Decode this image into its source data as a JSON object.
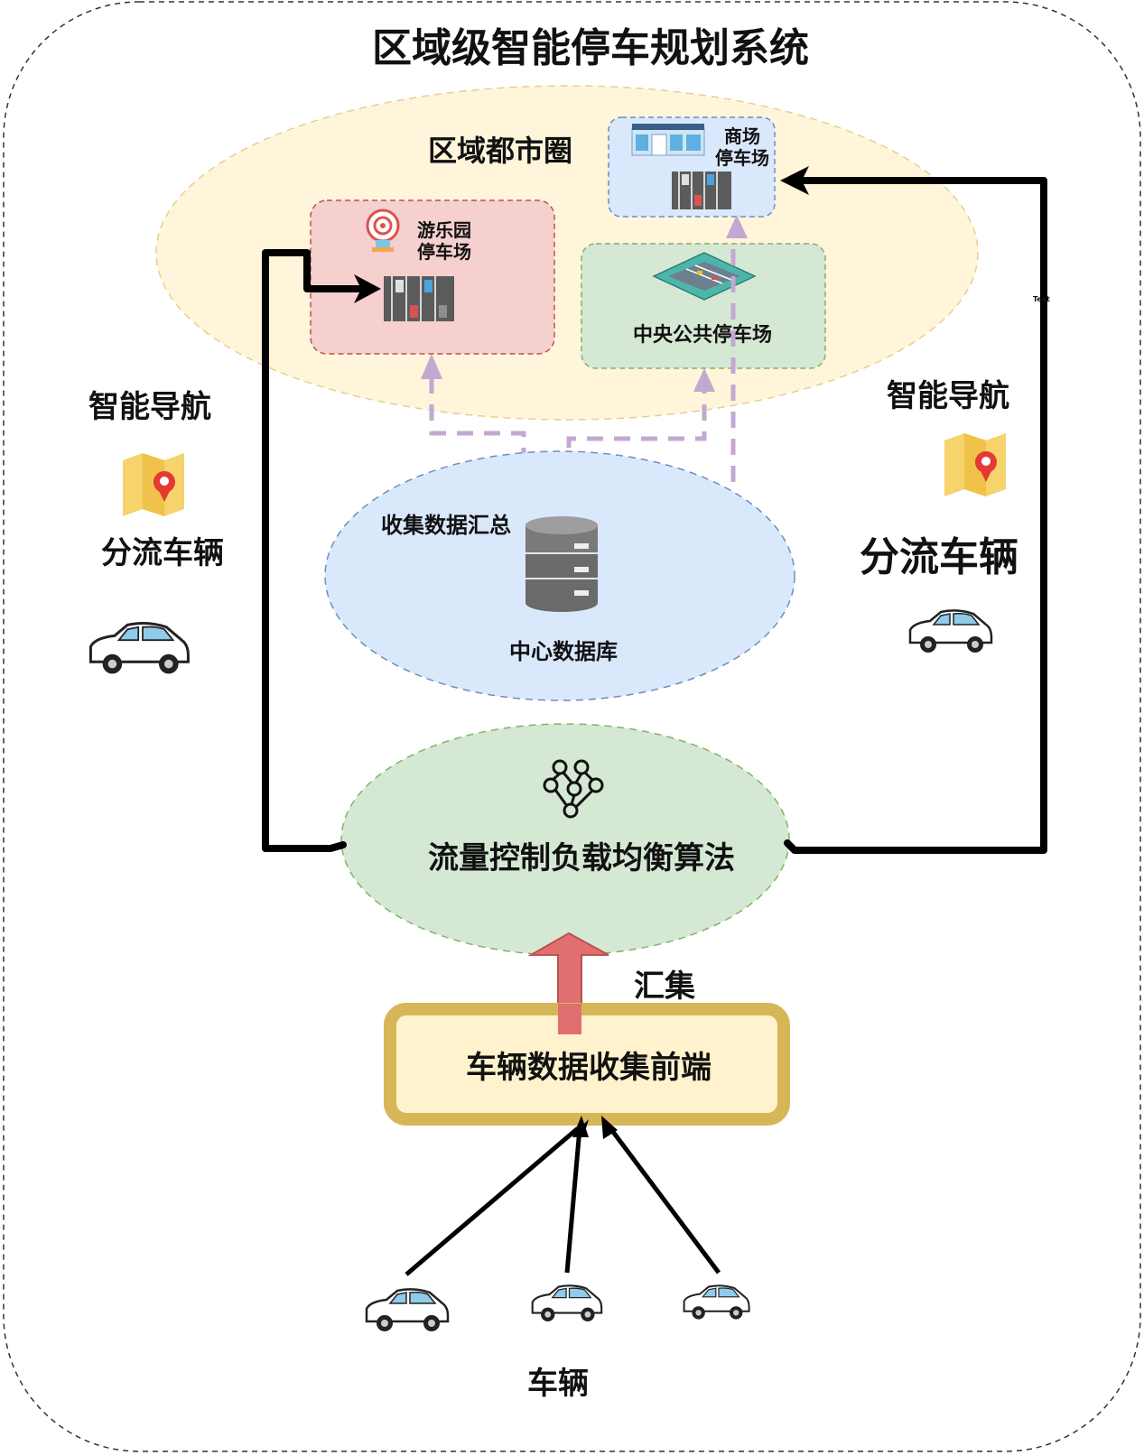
{
  "title": "区域级智能停车规划系统",
  "metro": {
    "label": "区域都市圈",
    "amusement": {
      "line1": "游乐园",
      "line2": "停车场"
    },
    "mall": {
      "line1": "商场",
      "line2": "停车场"
    },
    "central": {
      "label": "中央公共停车场"
    }
  },
  "database": {
    "collect_label": "收集数据汇总",
    "label": "中心数据库"
  },
  "algorithm": {
    "label": "流量控制负载均衡算法"
  },
  "frontend": {
    "label": "车辆数据收集前端"
  },
  "aggregate_label": "汇集",
  "vehicles_label": "车辆",
  "left_panel": {
    "nav_label": "智能导航",
    "divert_label": "分流车辆"
  },
  "right_panel": {
    "nav_label": "智能导航",
    "divert_label": "分流车辆"
  },
  "tiny_text": "Text",
  "colors": {
    "metro_fill": "#fff5da",
    "amusement_fill": "#f6cfcf",
    "mall_fill": "#dae8fc",
    "central_fill": "#d5e8d4",
    "database_fill": "#dae8fc",
    "algorithm_fill": "#d5e8d4",
    "frontend_fill": "#fff2cc",
    "frontend_border": "#d6b656",
    "up_arrow": "#e07070",
    "dash_flow": "#c3a8d1"
  }
}
